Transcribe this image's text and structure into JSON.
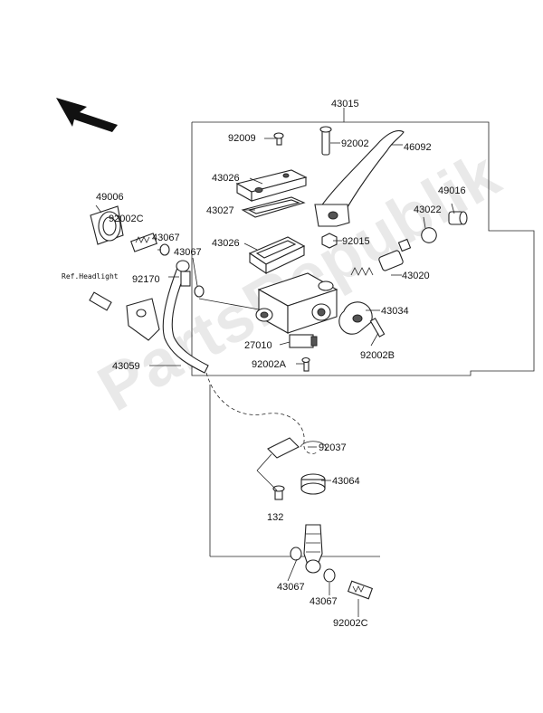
{
  "watermark": "PartsRepublik",
  "reference_label": "Ref.Headlight",
  "labels": {
    "p43015": "43015",
    "p92009": "92009",
    "p92002": "92002",
    "p46092": "46092",
    "p43026a": "43026",
    "p43027": "43027",
    "p43026b": "43026",
    "p49006": "49006",
    "p92002c_top": "92002C",
    "p43067_a": "43067",
    "p43067_b": "43067",
    "p92170": "92170",
    "p49016": "49016",
    "p43022": "43022",
    "p92015": "92015",
    "p43020": "43020",
    "p43034": "43034",
    "p27010": "27010",
    "p92002b": "92002B",
    "p92002a": "92002A",
    "p43059": "43059",
    "p92037": "92037",
    "p43064": "43064",
    "p132": "132",
    "p43067_c": "43067",
    "p43067_d": "43067",
    "p92002c_bot": "92002C"
  }
}
